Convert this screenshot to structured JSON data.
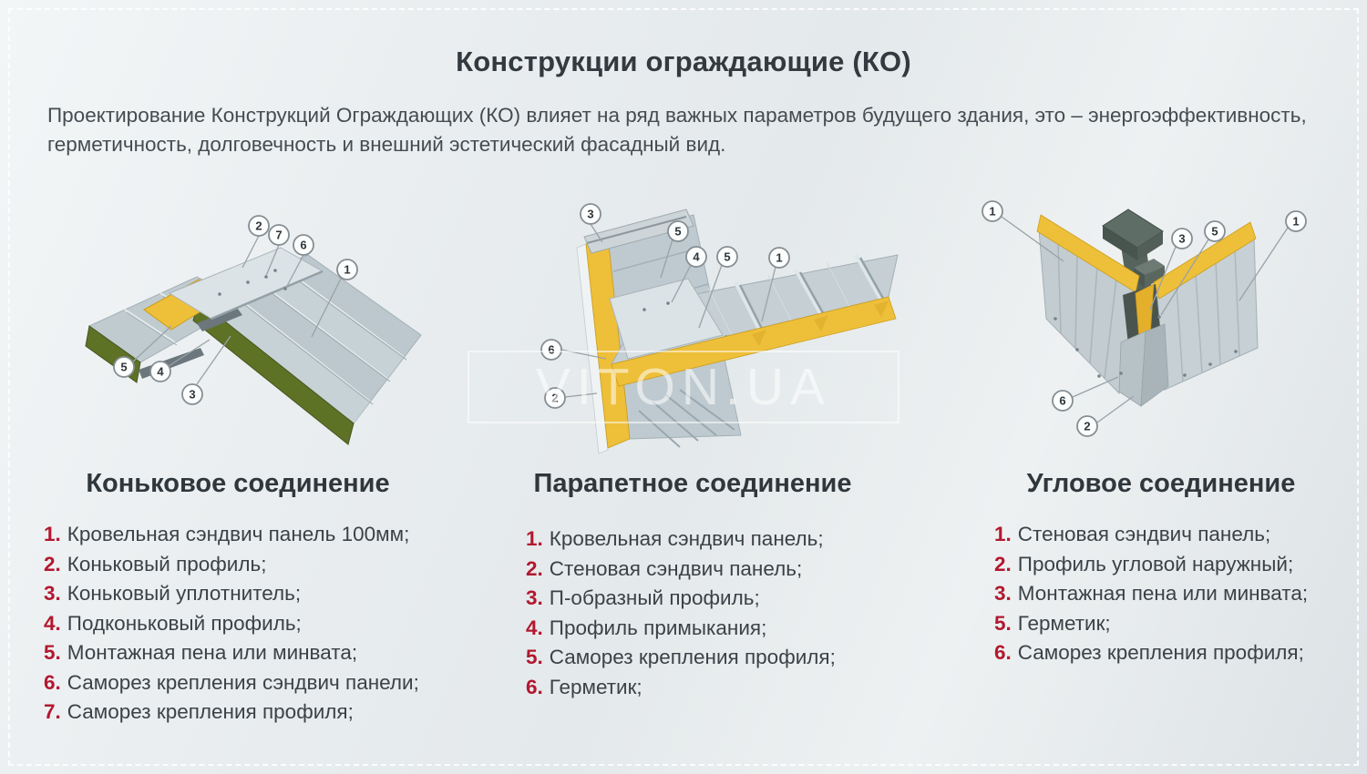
{
  "page": {
    "title": "Конструкции ограждающие (КО)",
    "intro_line1": "Проектирование Конструкций Ограждающих (КО) влияет на ряд важных параметров будущего здания, это – энергоэффективность,",
    "intro_line2": "герметичность,  долговечность и внешний эстетический фасадный вид."
  },
  "watermark": "VITON.UA",
  "colors": {
    "accent_red": "#b2182f",
    "panel_grey": "#c2ccd1",
    "insulation_yellow": "#eebf39",
    "roof_green": "#5e7226",
    "text_dark": "#3b4247"
  },
  "sections": [
    {
      "title": "Коньковое соединение",
      "items": [
        {
          "n": "1.",
          "text": "Кровельная сэндвич панель 100мм;"
        },
        {
          "n": "2.",
          "text": "Коньковый профиль;"
        },
        {
          "n": "3.",
          "text": "Коньковый уплотнитель;"
        },
        {
          "n": "4.",
          "text": "Подконьковый профиль;"
        },
        {
          "n": "5.",
          "text": "Монтажная пена или минвата;"
        },
        {
          "n": "6.",
          "text": "Саморез крепления сэндвич панели;"
        },
        {
          "n": "7.",
          "text": "Саморез крепления профиля;"
        }
      ],
      "callouts": [
        "2",
        "7",
        "6",
        "1",
        "5",
        "4",
        "3"
      ]
    },
    {
      "title": "Парапетное соединение",
      "items": [
        {
          "n": "1.",
          "text": "Кровельная сэндвич панель;"
        },
        {
          "n": "2.",
          "text": "Стеновая сэндвич панель;"
        },
        {
          "n": "3.",
          "text": "П-образный профиль;"
        },
        {
          "n": "4.",
          "text": "Профиль примыкания;"
        },
        {
          "n": "5.",
          "text": "Саморез крепления профиля;"
        },
        {
          "n": "6.",
          "text": "Герметик;"
        }
      ],
      "callouts": [
        "3",
        "5",
        "4",
        "5",
        "1",
        "6",
        "2"
      ]
    },
    {
      "title": "Угловое соединение",
      "items": [
        {
          "n": "1.",
          "text": "Стеновая сэндвич панель;"
        },
        {
          "n": "2.",
          "text": "Профиль угловой наружный;"
        },
        {
          "n": "3.",
          "text": "Монтажная пена или минвата;"
        },
        {
          "n": "5.",
          "text": "Герметик;"
        },
        {
          "n": "6.",
          "text": "Саморез крепления профиля;"
        }
      ],
      "callouts": [
        "1",
        "3",
        "5",
        "1",
        "6",
        "2"
      ]
    }
  ]
}
